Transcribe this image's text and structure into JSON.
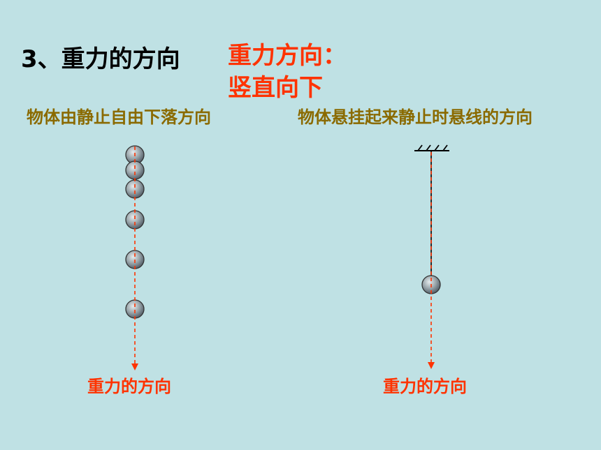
{
  "heading": "3、重力的方向",
  "answer": {
    "line1": "重力方向：",
    "line2": "竖直向下"
  },
  "left_panel": {
    "caption": "物体由静止自由下落方向",
    "direction_label": "重力的方向"
  },
  "right_panel": {
    "caption": "物体悬挂起来静止时悬线的方向",
    "direction_label": "重力的方向"
  },
  "colors": {
    "background": "#bfe1e4",
    "heading": "#000000",
    "answer": "#ff3300",
    "caption": "#8a6a00",
    "arrow": "#ff3300"
  },
  "icons": {
    "falling_ball": "ball-icon",
    "hanging_ball": "ball-icon",
    "support": "ceiling-hatch-icon"
  }
}
